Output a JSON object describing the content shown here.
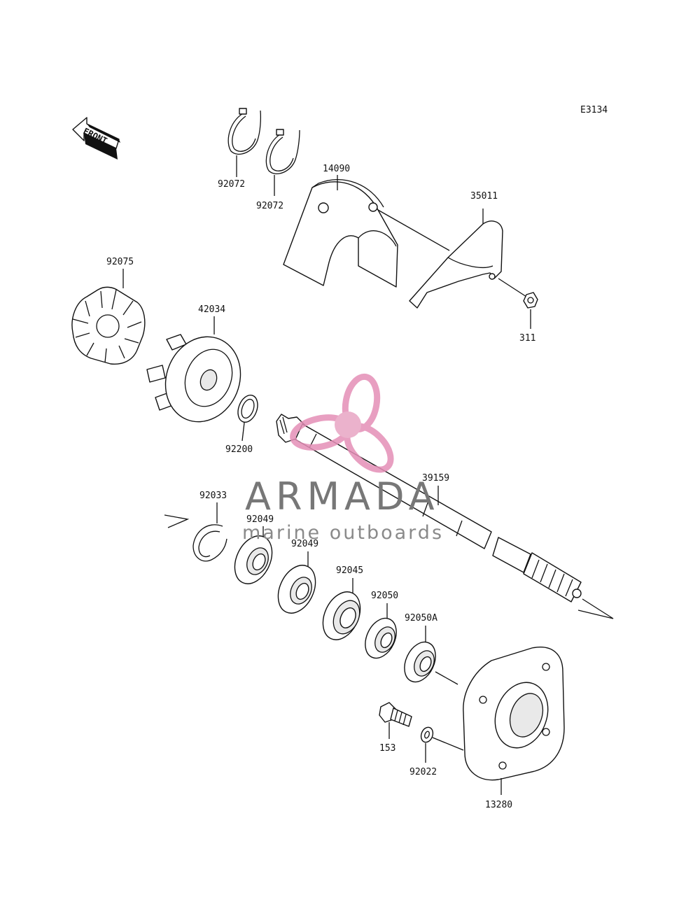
{
  "diagram": {
    "code": "E3134",
    "front_label": "FRONT",
    "parts": [
      {
        "id": "92072a",
        "number": "92072"
      },
      {
        "id": "92072b",
        "number": "92072"
      },
      {
        "id": "14090",
        "number": "14090"
      },
      {
        "id": "35011",
        "number": "35011"
      },
      {
        "id": "311",
        "number": "311"
      },
      {
        "id": "92075",
        "number": "92075"
      },
      {
        "id": "42034",
        "number": "42034"
      },
      {
        "id": "92200",
        "number": "92200"
      },
      {
        "id": "39159",
        "number": "39159"
      },
      {
        "id": "92033",
        "number": "92033"
      },
      {
        "id": "92049a",
        "number": "92049"
      },
      {
        "id": "92049b",
        "number": "92049"
      },
      {
        "id": "92045",
        "number": "92045"
      },
      {
        "id": "92050",
        "number": "92050"
      },
      {
        "id": "92050A",
        "number": "92050A"
      },
      {
        "id": "153",
        "number": "153"
      },
      {
        "id": "92022",
        "number": "92022"
      },
      {
        "id": "13280",
        "number": "13280"
      }
    ]
  },
  "watermark": {
    "brand": "ARMADA",
    "tagline": "marine outboards",
    "accent_color": "#e58fb7",
    "text_color": "#7a7a7a"
  }
}
